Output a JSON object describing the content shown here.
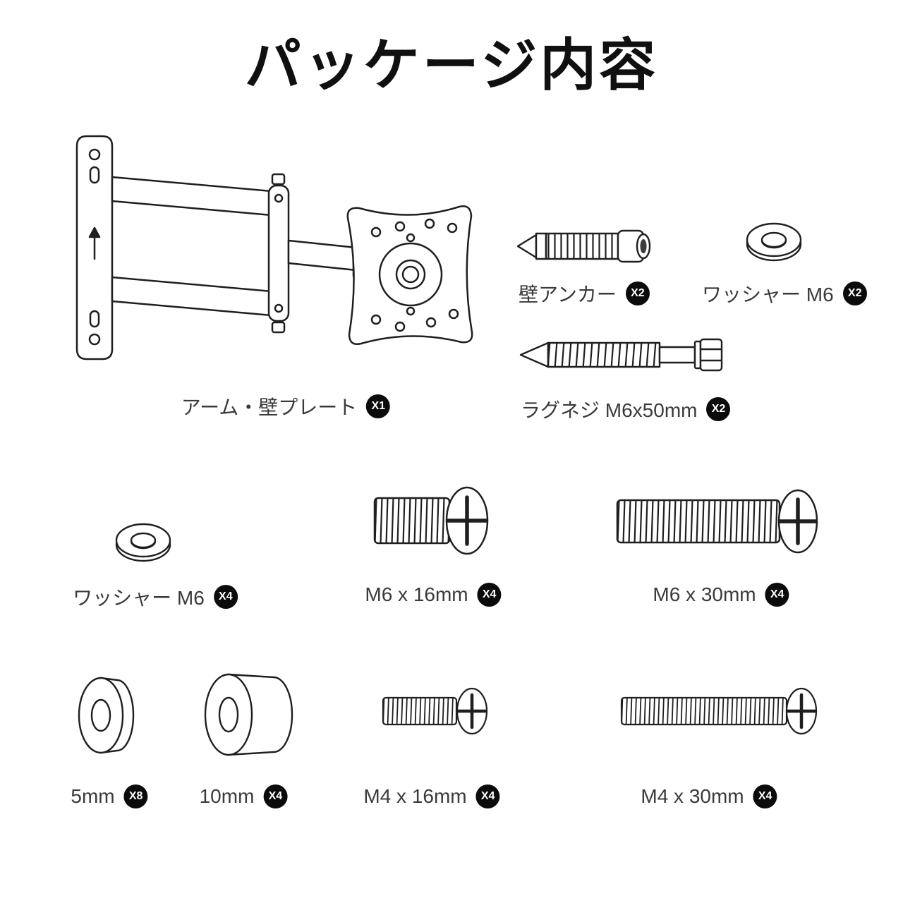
{
  "title": "パッケージ内容",
  "items": {
    "arm": {
      "label": "アーム・壁プレート",
      "count": "X1"
    },
    "anchor": {
      "label": "壁アンカー",
      "count": "X2"
    },
    "washer_top": {
      "label": "ワッシャー M6",
      "count": "X2"
    },
    "lag_screw": {
      "label": "ラグネジ M6x50mm",
      "count": "X2"
    },
    "washer_mid": {
      "label": "ワッシャー M6",
      "count": "X4"
    },
    "screw_m6_16": {
      "label": "M6 x 16mm",
      "count": "X4"
    },
    "screw_m6_30": {
      "label": "M6 x 30mm",
      "count": "X4"
    },
    "spacer_5mm": {
      "label": "5mm",
      "count": "X8"
    },
    "spacer_10mm": {
      "label": "10mm",
      "count": "X4"
    },
    "screw_m4_16": {
      "label": "M4 x 16mm",
      "count": "X4"
    },
    "screw_m4_30": {
      "label": "M4 x 30mm",
      "count": "X4"
    }
  }
}
